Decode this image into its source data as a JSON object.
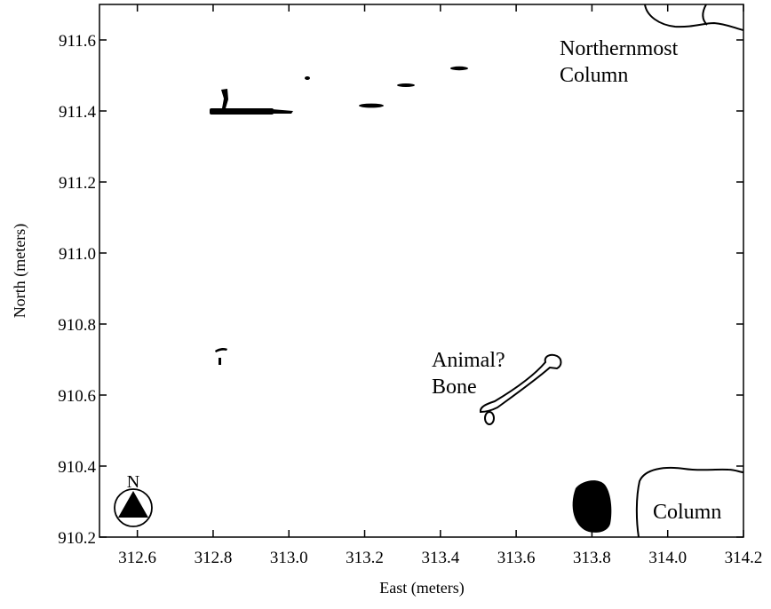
{
  "map": {
    "x_axis": {
      "title": "East (meters)",
      "range": [
        312.5,
        314.2
      ],
      "ticks": [
        {
          "value": 312.6,
          "label": "312.6"
        },
        {
          "value": 312.8,
          "label": "312.8"
        },
        {
          "value": 313.0,
          "label": "313.0"
        },
        {
          "value": 313.2,
          "label": "313.2"
        },
        {
          "value": 313.4,
          "label": "313.4"
        },
        {
          "value": 313.6,
          "label": "313.6"
        },
        {
          "value": 313.8,
          "label": "313.8"
        },
        {
          "value": 314.0,
          "label": "314.0"
        },
        {
          "value": 314.2,
          "label": "314.2"
        }
      ]
    },
    "y_axis": {
      "title": "North (meters)",
      "range": [
        910.2,
        911.7
      ],
      "ticks": [
        {
          "value": 910.2,
          "label": "910.2"
        },
        {
          "value": 910.4,
          "label": "910.4"
        },
        {
          "value": 910.6,
          "label": "910.6"
        },
        {
          "value": 910.8,
          "label": "910.8"
        },
        {
          "value": 911.0,
          "label": "911.0"
        },
        {
          "value": 911.2,
          "label": "911.2"
        },
        {
          "value": 911.4,
          "label": "911.4"
        },
        {
          "value": 911.6,
          "label": "911.6"
        }
      ]
    },
    "labels": {
      "northernmost_line1": "Northernmost",
      "northernmost_line2": "Column",
      "bone_line1": "Animal?",
      "bone_line2": "Bone",
      "column": "Column"
    },
    "north_arrow": {
      "letter": "N"
    },
    "colors": {
      "ink": "#000000",
      "background": "#ffffff"
    }
  }
}
